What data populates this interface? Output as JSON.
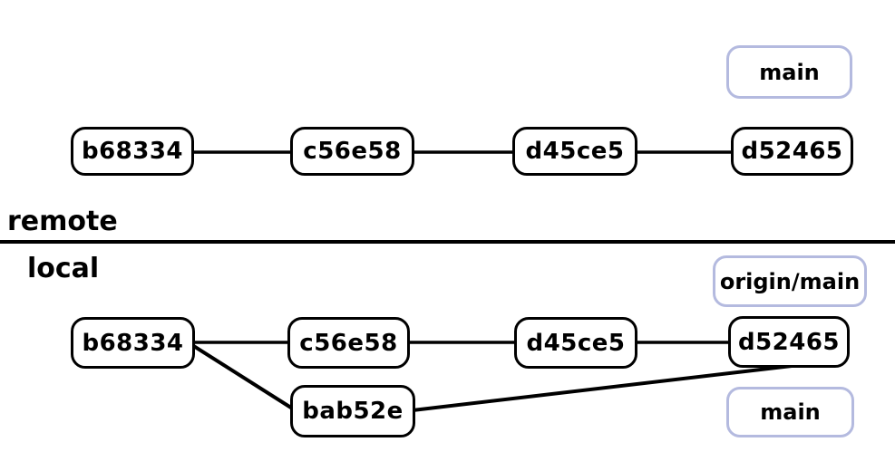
{
  "diagram_type": "git-commit-graph",
  "colors": {
    "background": "#ffffff",
    "node_border": "#000000",
    "badge_border": "#b4badf",
    "edge": "#000000",
    "text": "#000000"
  },
  "sections": {
    "remote": {
      "label": "remote",
      "commits": [
        "b68334",
        "c56e58",
        "d45ce5",
        "d52465"
      ],
      "badges": [
        "main"
      ],
      "edges": [
        [
          "b68334",
          "c56e58"
        ],
        [
          "c56e58",
          "d45ce5"
        ],
        [
          "d45ce5",
          "d52465"
        ]
      ]
    },
    "local": {
      "label": "local",
      "commits": [
        "b68334",
        "c56e58",
        "d45ce5",
        "d52465"
      ],
      "branch_commits": [
        "bab52e"
      ],
      "badges": [
        "origin/main",
        "main"
      ],
      "edges": [
        [
          "b68334",
          "c56e58"
        ],
        [
          "c56e58",
          "d45ce5"
        ],
        [
          "d45ce5",
          "d52465"
        ],
        [
          "b68334",
          "bab52e"
        ],
        [
          "bab52e",
          "d52465"
        ]
      ]
    }
  }
}
